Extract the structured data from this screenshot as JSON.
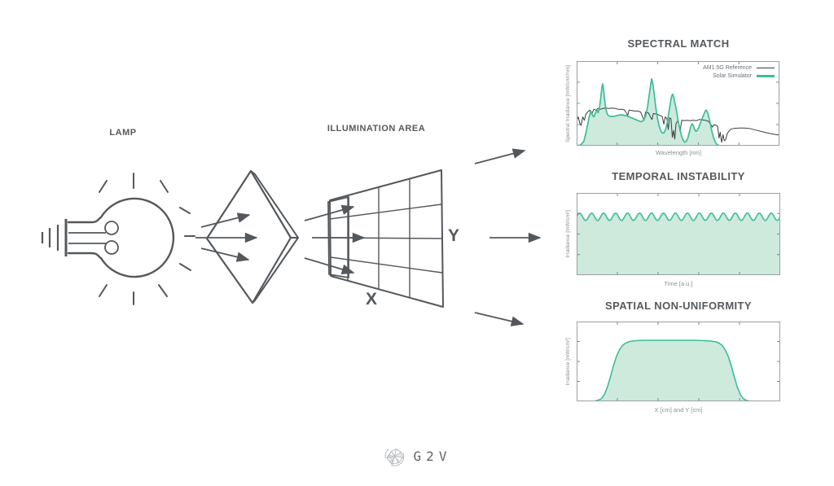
{
  "colors": {
    "diagram_stroke": "#54585c",
    "chart_frame": "#9aa0a4",
    "reference_line": "#3a3d40",
    "simulator_green": "#3cbd95",
    "simulator_fill": "#cdeadd",
    "label_gray": "#8b9094",
    "title_gray": "#55595d",
    "logo_gray": "#aeb2b5"
  },
  "diagram": {
    "lamp_label": "LAMP",
    "illumination_label": "ILLUMINATION AREA",
    "x_axis_label": "X",
    "y_axis_label": "Y"
  },
  "footer": {
    "logo_text": "G2V"
  },
  "chart_data": [
    {
      "type": "line",
      "title": "SPECTRAL MATCH",
      "xlabel": "Wavelength [nm]",
      "ylabel": "Spectral Irradiance [mW/cm²/nm]",
      "legend_position": "top-right",
      "x_ticks": [
        0.2,
        0.4,
        0.6,
        0.8
      ],
      "y_ticks": [
        0.25,
        0.5,
        0.75
      ],
      "ylim": [
        0,
        1
      ],
      "series": [
        {
          "name": "Solar Simulator",
          "color": "#3cbd95",
          "fill": "#cdeadd",
          "points": [
            [
              0.0,
              0.0
            ],
            [
              0.02,
              0.01
            ],
            [
              0.035,
              0.05
            ],
            [
              0.045,
              0.14
            ],
            [
              0.055,
              0.26
            ],
            [
              0.062,
              0.34
            ],
            [
              0.07,
              0.41
            ],
            [
              0.078,
              0.36
            ],
            [
              0.085,
              0.34
            ],
            [
              0.092,
              0.38
            ],
            [
              0.1,
              0.42
            ],
            [
              0.106,
              0.39
            ],
            [
              0.112,
              0.44
            ],
            [
              0.118,
              0.55
            ],
            [
              0.124,
              0.68
            ],
            [
              0.128,
              0.73
            ],
            [
              0.132,
              0.68
            ],
            [
              0.138,
              0.54
            ],
            [
              0.144,
              0.43
            ],
            [
              0.152,
              0.37
            ],
            [
              0.16,
              0.35
            ],
            [
              0.175,
              0.345
            ],
            [
              0.19,
              0.35
            ],
            [
              0.205,
              0.36
            ],
            [
              0.22,
              0.365
            ],
            [
              0.235,
              0.36
            ],
            [
              0.25,
              0.35
            ],
            [
              0.265,
              0.335
            ],
            [
              0.28,
              0.32
            ],
            [
              0.295,
              0.305
            ],
            [
              0.31,
              0.29
            ],
            [
              0.32,
              0.285
            ],
            [
              0.33,
              0.3
            ],
            [
              0.34,
              0.35
            ],
            [
              0.35,
              0.46
            ],
            [
              0.358,
              0.6
            ],
            [
              0.365,
              0.72
            ],
            [
              0.37,
              0.79
            ],
            [
              0.375,
              0.74
            ],
            [
              0.382,
              0.62
            ],
            [
              0.39,
              0.46
            ],
            [
              0.398,
              0.33
            ],
            [
              0.406,
              0.24
            ],
            [
              0.414,
              0.18
            ],
            [
              0.422,
              0.15
            ],
            [
              0.43,
              0.15
            ],
            [
              0.438,
              0.19
            ],
            [
              0.446,
              0.27
            ],
            [
              0.454,
              0.38
            ],
            [
              0.462,
              0.5
            ],
            [
              0.468,
              0.58
            ],
            [
              0.473,
              0.61
            ],
            [
              0.478,
              0.58
            ],
            [
              0.485,
              0.5
            ],
            [
              0.493,
              0.4
            ],
            [
              0.5,
              0.3
            ],
            [
              0.508,
              0.21
            ],
            [
              0.516,
              0.13
            ],
            [
              0.524,
              0.07
            ],
            [
              0.532,
              0.04
            ],
            [
              0.54,
              0.05
            ],
            [
              0.548,
              0.09
            ],
            [
              0.556,
              0.16
            ],
            [
              0.563,
              0.23
            ],
            [
              0.569,
              0.26
            ],
            [
              0.575,
              0.24
            ],
            [
              0.582,
              0.19
            ],
            [
              0.588,
              0.17
            ],
            [
              0.595,
              0.18
            ],
            [
              0.603,
              0.22
            ],
            [
              0.612,
              0.28
            ],
            [
              0.622,
              0.34
            ],
            [
              0.632,
              0.4
            ],
            [
              0.638,
              0.42
            ],
            [
              0.644,
              0.4
            ],
            [
              0.652,
              0.34
            ],
            [
              0.66,
              0.25
            ],
            [
              0.668,
              0.16
            ],
            [
              0.676,
              0.09
            ],
            [
              0.684,
              0.04
            ],
            [
              0.692,
              0.015
            ],
            [
              0.7,
              0.005
            ],
            [
              0.71,
              0.0
            ]
          ]
        },
        {
          "name": "AM1.5G Reference",
          "color": "#3a3d40",
          "fill": null,
          "points": [
            [
              0.0,
              0.3
            ],
            [
              0.008,
              0.34
            ],
            [
              0.015,
              0.27
            ],
            [
              0.022,
              0.24
            ],
            [
              0.03,
              0.34
            ],
            [
              0.038,
              0.3
            ],
            [
              0.045,
              0.37
            ],
            [
              0.055,
              0.4
            ],
            [
              0.065,
              0.42
            ],
            [
              0.075,
              0.38
            ],
            [
              0.085,
              0.43
            ],
            [
              0.095,
              0.42
            ],
            [
              0.105,
              0.44
            ],
            [
              0.115,
              0.43
            ],
            [
              0.13,
              0.44
            ],
            [
              0.145,
              0.445
            ],
            [
              0.16,
              0.44
            ],
            [
              0.175,
              0.445
            ],
            [
              0.19,
              0.44
            ],
            [
              0.205,
              0.43
            ],
            [
              0.22,
              0.43
            ],
            [
              0.235,
              0.425
            ],
            [
              0.245,
              0.39
            ],
            [
              0.252,
              0.355
            ],
            [
              0.258,
              0.42
            ],
            [
              0.27,
              0.415
            ],
            [
              0.285,
              0.41
            ],
            [
              0.3,
              0.41
            ],
            [
              0.315,
              0.4
            ],
            [
              0.325,
              0.345
            ],
            [
              0.332,
              0.3
            ],
            [
              0.34,
              0.4
            ],
            [
              0.355,
              0.385
            ],
            [
              0.365,
              0.335
            ],
            [
              0.372,
              0.31
            ],
            [
              0.378,
              0.38
            ],
            [
              0.39,
              0.375
            ],
            [
              0.4,
              0.37
            ],
            [
              0.412,
              0.355
            ],
            [
              0.422,
              0.345
            ],
            [
              0.43,
              0.255
            ],
            [
              0.437,
              0.34
            ],
            [
              0.445,
              0.32
            ],
            [
              0.452,
              0.19
            ],
            [
              0.458,
              0.33
            ],
            [
              0.465,
              0.32
            ],
            [
              0.472,
              0.1
            ],
            [
              0.478,
              0.18
            ],
            [
              0.484,
              0.08
            ],
            [
              0.49,
              0.26
            ],
            [
              0.5,
              0.3
            ],
            [
              0.51,
              0.17
            ],
            [
              0.518,
              0.3
            ],
            [
              0.53,
              0.295
            ],
            [
              0.545,
              0.3
            ],
            [
              0.56,
              0.295
            ],
            [
              0.575,
              0.3
            ],
            [
              0.59,
              0.295
            ],
            [
              0.605,
              0.31
            ],
            [
              0.62,
              0.305
            ],
            [
              0.635,
              0.3
            ],
            [
              0.648,
              0.29
            ],
            [
              0.66,
              0.26
            ],
            [
              0.67,
              0.22
            ],
            [
              0.678,
              0.25
            ],
            [
              0.688,
              0.24
            ],
            [
              0.695,
              0.23
            ],
            [
              0.702,
              0.09
            ],
            [
              0.708,
              0.16
            ],
            [
              0.715,
              0.04
            ],
            [
              0.722,
              0.13
            ],
            [
              0.728,
              0.06
            ],
            [
              0.735,
              0.07
            ],
            [
              0.742,
              0.14
            ],
            [
              0.75,
              0.17
            ],
            [
              0.76,
              0.195
            ],
            [
              0.775,
              0.205
            ],
            [
              0.8,
              0.21
            ],
            [
              0.825,
              0.21
            ],
            [
              0.85,
              0.205
            ],
            [
              0.875,
              0.19
            ],
            [
              0.9,
              0.175
            ],
            [
              0.925,
              0.16
            ],
            [
              0.95,
              0.145
            ],
            [
              0.975,
              0.135
            ],
            [
              1.0,
              0.125
            ]
          ]
        }
      ]
    },
    {
      "type": "area",
      "title": "TEMPORAL INSTABILITY",
      "xlabel": "Time [a.u.]",
      "ylabel": "Irradiance [mW/cm²]",
      "x_ticks": [
        0.2,
        0.4,
        0.6,
        0.8
      ],
      "y_ticks": [
        0.25,
        0.5,
        0.75
      ],
      "ylim": [
        0,
        1
      ],
      "waveform": {
        "shape": "sine",
        "mean": 0.71,
        "amplitude": 0.045,
        "cycles": 17
      },
      "series_name": "Solar Simulator",
      "color": "#3cbd95",
      "fill": "#cdeadd"
    },
    {
      "type": "area",
      "title": "SPATIAL NON-UNIFORMITY",
      "xlabel": "X [cm] and Y [cm]",
      "ylabel": "Irradiance [mW/cm²]",
      "x_ticks": [
        0.2,
        0.4,
        0.6,
        0.8
      ],
      "y_ticks": [
        0.25,
        0.5,
        0.75
      ],
      "ylim": [
        0,
        1
      ],
      "color": "#3cbd95",
      "fill": "#cdeadd",
      "points": [
        [
          0.0,
          0.0
        ],
        [
          0.08,
          0.0
        ],
        [
          0.1,
          0.01
        ],
        [
          0.12,
          0.03
        ],
        [
          0.135,
          0.08
        ],
        [
          0.15,
          0.17
        ],
        [
          0.165,
          0.3
        ],
        [
          0.18,
          0.44
        ],
        [
          0.195,
          0.56
        ],
        [
          0.21,
          0.645
        ],
        [
          0.225,
          0.7
        ],
        [
          0.24,
          0.73
        ],
        [
          0.26,
          0.75
        ],
        [
          0.29,
          0.76
        ],
        [
          0.33,
          0.765
        ],
        [
          0.4,
          0.765
        ],
        [
          0.5,
          0.765
        ],
        [
          0.58,
          0.765
        ],
        [
          0.63,
          0.76
        ],
        [
          0.66,
          0.755
        ],
        [
          0.685,
          0.745
        ],
        [
          0.7,
          0.73
        ],
        [
          0.715,
          0.7
        ],
        [
          0.73,
          0.645
        ],
        [
          0.745,
          0.56
        ],
        [
          0.76,
          0.44
        ],
        [
          0.775,
          0.3
        ],
        [
          0.79,
          0.17
        ],
        [
          0.805,
          0.08
        ],
        [
          0.82,
          0.03
        ],
        [
          0.835,
          0.01
        ],
        [
          0.855,
          0.0
        ],
        [
          1.0,
          0.0
        ]
      ]
    }
  ]
}
